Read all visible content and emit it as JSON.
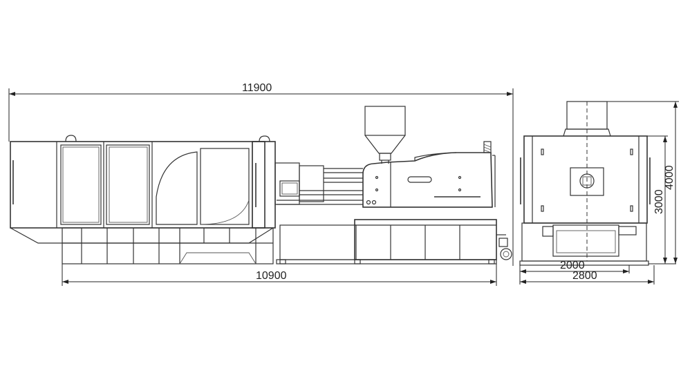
{
  "dimensions": {
    "overall_length": "11900",
    "base_length": "10900",
    "end_width_inner": "2000",
    "end_width_outer": "2800",
    "height_inner": "3000",
    "height_outer": "4000"
  },
  "colors": {
    "line": "#333333",
    "background": "#ffffff"
  }
}
